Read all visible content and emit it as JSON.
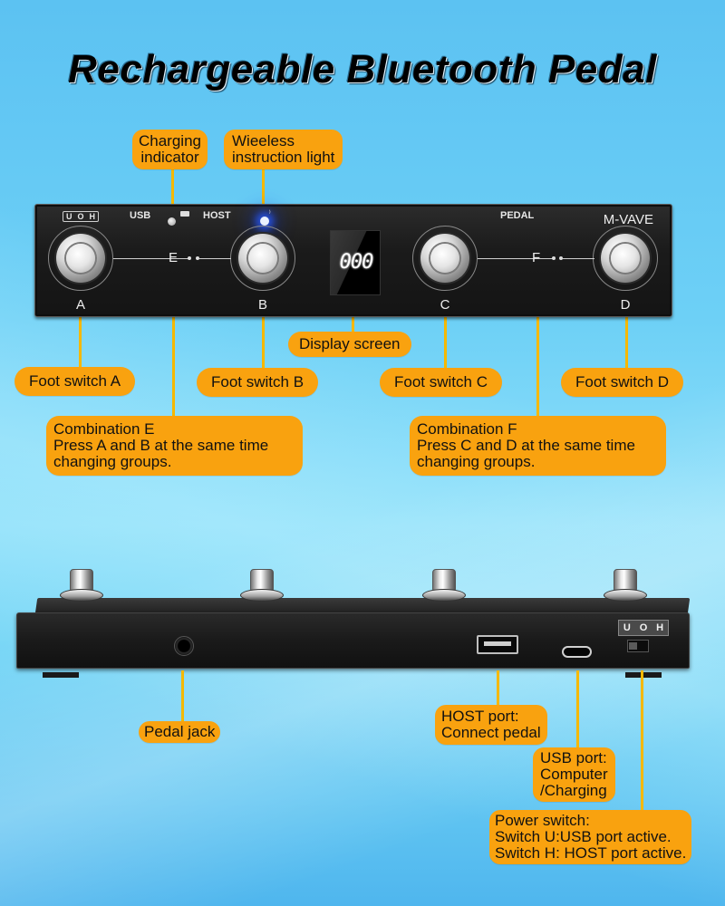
{
  "title": "Rechargeable Bluetooth Pedal",
  "colors": {
    "callout_bg": "#f9a20f",
    "leader_line": "#f5b800",
    "device_body": "#1b1b1b",
    "wireless_led": "#2a5cff",
    "background_top": "#5cc2f2",
    "background_mid": "#8fe0fa"
  },
  "top_device": {
    "switch_label": [
      "U",
      "O",
      "H"
    ],
    "usb_label": "USB",
    "host_label": "HOST",
    "pedal_label": "PEDAL",
    "brand": "M-VAVE",
    "display_value": "000",
    "switches": [
      "A",
      "B",
      "C",
      "D"
    ],
    "combos": [
      "E",
      "F"
    ],
    "icons": [
      "battery-icon",
      "wireless-signal-icon"
    ]
  },
  "top_callouts": {
    "charging_indicator": [
      "Charging",
      "indicator"
    ],
    "wireless_light": [
      "Wieeless",
      "instruction light"
    ],
    "display_screen": "Display screen",
    "foot_switch_a": "Foot switch A",
    "foot_switch_b": "Foot switch B",
    "foot_switch_c": "Foot switch C",
    "foot_switch_d": "Foot switch D",
    "combination_e": [
      "Combination E",
      "Press A and B at the same time",
      "changing groups."
    ],
    "combination_f": [
      "Combination F",
      "Press C and D at the same time",
      "changing groups."
    ]
  },
  "bottom_device": {
    "switch_label": [
      "U",
      "O",
      "H"
    ],
    "ports": [
      "pedal-jack",
      "usb-a-host-port",
      "usb-c-port",
      "power-slide-switch"
    ]
  },
  "bottom_callouts": {
    "pedal_jack": "Pedal jack",
    "host_port": [
      "HOST port:",
      "Connect pedal"
    ],
    "usb_port": [
      "USB port:",
      "Computer",
      "/Charging"
    ],
    "power_switch": [
      "Power switch:",
      "Switch U:USB port active.",
      "Switch H: HOST port active."
    ]
  }
}
